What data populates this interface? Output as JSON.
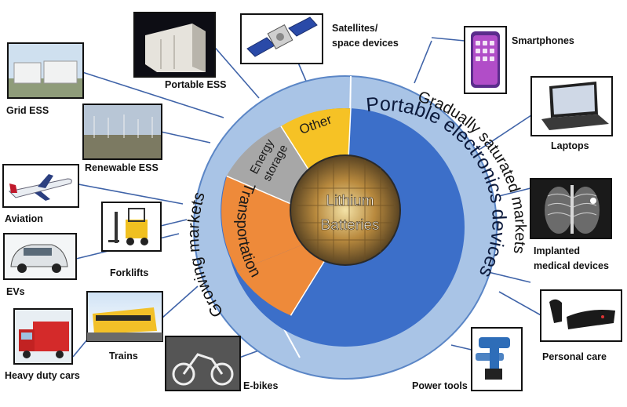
{
  "center": {
    "line1": "Lithium",
    "line2": "Batteries"
  },
  "inner_segments": {
    "portable": "Portable electronics devices",
    "transportation": "Transportation",
    "energy_line1": "Energy",
    "energy_line2": "storage",
    "other": "Other"
  },
  "outer_ring": {
    "growing": "Growing markets",
    "saturated": "Gradually saturated markets"
  },
  "applications": {
    "satellites_line1": "Satellites/",
    "satellites_line2": "space devices",
    "smartphones": "Smartphones",
    "laptops": "Laptops",
    "implanted_line1": "Implanted",
    "implanted_line2": "medical devices",
    "personal_care": "Personal care",
    "power_tools": "Power tools",
    "ebikes": "E-bikes",
    "trains": "Trains",
    "heavy_duty": "Heavy duty cars",
    "evs": "EVs",
    "forklifts": "Forklifts",
    "aviation": "Aviation",
    "renewable_ess": "Renewable ESS",
    "grid_ess": "Grid ESS",
    "portable_ess": "Portable ESS"
  },
  "colors": {
    "portable": "#3c6fc9",
    "transportation": "#ee8a3a",
    "energy": "#a7a7a7",
    "other": "#f6c225",
    "ring": "#a9c4e6",
    "ring_edge": "#5b86c6",
    "connector": "#3f63a8"
  }
}
